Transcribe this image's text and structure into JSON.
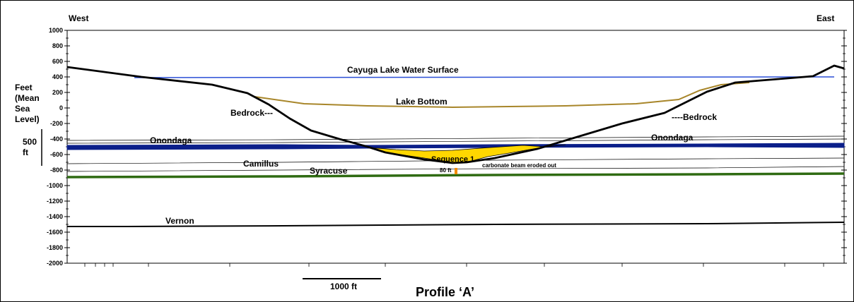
{
  "headings": {
    "west": "West",
    "east": "East",
    "yaxis_label": [
      "Feet",
      "(Mean",
      "Sea",
      "Level)"
    ],
    "scale_vertical": [
      "500",
      "ft"
    ],
    "scale_horizontal": "1000 ft",
    "profile_title": "Profile ‘A’"
  },
  "labels": {
    "water_surface": "Cayuga Lake Water Surface",
    "lake_bottom": "Lake Bottom",
    "bedrock_west": "Bedrock---",
    "bedrock_east": "----Bedrock",
    "onondaga_west": "Onondaga",
    "onondaga_east": "Onondaga",
    "sequence": "Sequence 1",
    "camillus": "Camillus",
    "syracuse": "Syracuse",
    "eighty_ft": "80 ft",
    "carbonate_beam": "carbonate beam eroded out",
    "vernon": "Vernon"
  },
  "y_axis": {
    "ticks": [
      1000,
      800,
      600,
      400,
      200,
      0,
      -200,
      -400,
      -600,
      -800,
      -1000,
      -1200,
      -1400,
      -1600,
      -1800,
      -2000
    ],
    "tick_labels": [
      "1000",
      "800",
      "600",
      "400",
      "200",
      "0",
      "-200",
      "-400",
      "-600",
      "-800",
      "-1000",
      "-1200",
      "-1400",
      "-1600",
      "-1800",
      "-2000"
    ],
    "min": -2000,
    "max": 1000
  },
  "colors": {
    "water": "#2b4fd6",
    "lake_bottom": "#a8862a",
    "bedrock": "#000000",
    "onondaga": "#0b1f8a",
    "sequence": "#ffd700",
    "syracuse": "#2f6b12",
    "marker": "#f28c00"
  }
}
